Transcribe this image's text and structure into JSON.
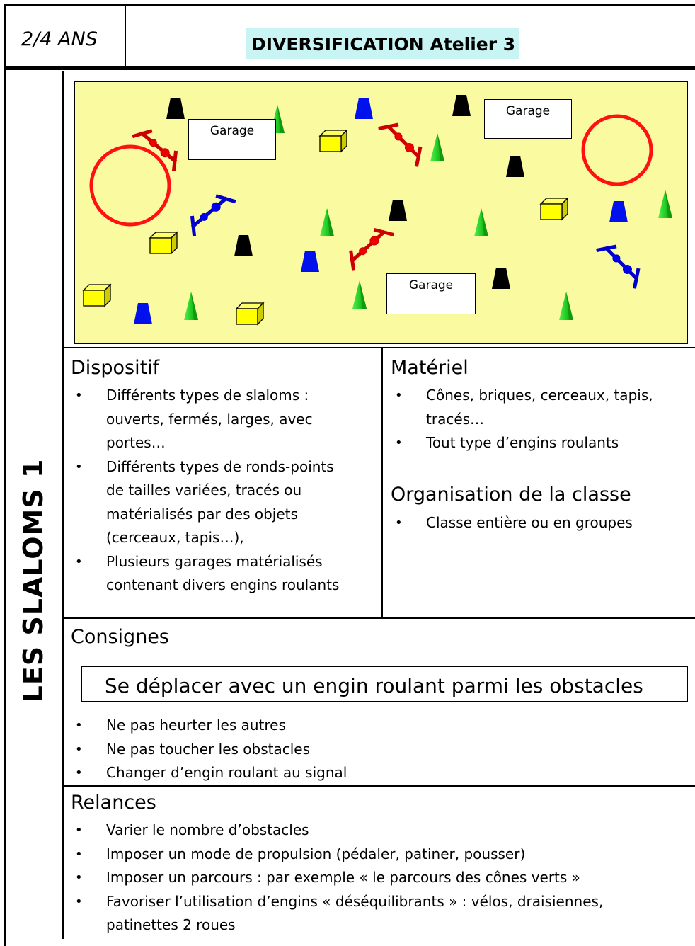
{
  "header": {
    "age": "2/4 ANS",
    "title": "DIVERSIFICATION Atelier 3"
  },
  "side_title": "LES SLALOMS 1",
  "diagram": {
    "garage_label": "Garage",
    "colors": {
      "field": "#fafaa0",
      "cone_green": "#22cc22",
      "brick_yellow": "#ffff00",
      "hoop_red": "#ff0000",
      "blue": "#0000ff"
    }
  },
  "dispositif": {
    "title": "Dispositif",
    "items": [
      [
        "Différents types de slaloms :",
        "ouverts, fermés, larges, avec",
        "portes…"
      ],
      [
        "Différents types de ronds-points",
        "de tailles variées, tracés ou",
        "matérialisés par des objets",
        "(cerceaux, tapis…),"
      ],
      [
        "Plusieurs garages matérialisés",
        "contenant divers engins roulants"
      ]
    ]
  },
  "materiel": {
    "title": "Matériel",
    "items": [
      [
        "Cônes, briques, cerceaux, tapis,",
        "tracés…"
      ],
      [
        "Tout type d’engins roulants"
      ]
    ]
  },
  "organisation": {
    "title": "Organisation de la classe",
    "items": [
      "Classe entière ou en groupes"
    ]
  },
  "consignes": {
    "title": "Consignes",
    "box": "Se déplacer avec un engin roulant parmi les obstacles",
    "items": [
      "Ne pas heurter les autres",
      "Ne pas toucher les obstacles",
      "Changer d’engin roulant au signal"
    ]
  },
  "relances": {
    "title": "Relances",
    "items": [
      [
        "Varier le nombre d’obstacles"
      ],
      [
        "Imposer un mode de propulsion (pédaler, patiner, pousser)"
      ],
      [
        "Imposer un parcours : par exemple « le parcours des cônes verts »"
      ],
      [
        "Favoriser l’utilisation d’engins « déséquilibrants » : vélos, draisiennes,",
        "patinettes 2 roues"
      ]
    ]
  }
}
